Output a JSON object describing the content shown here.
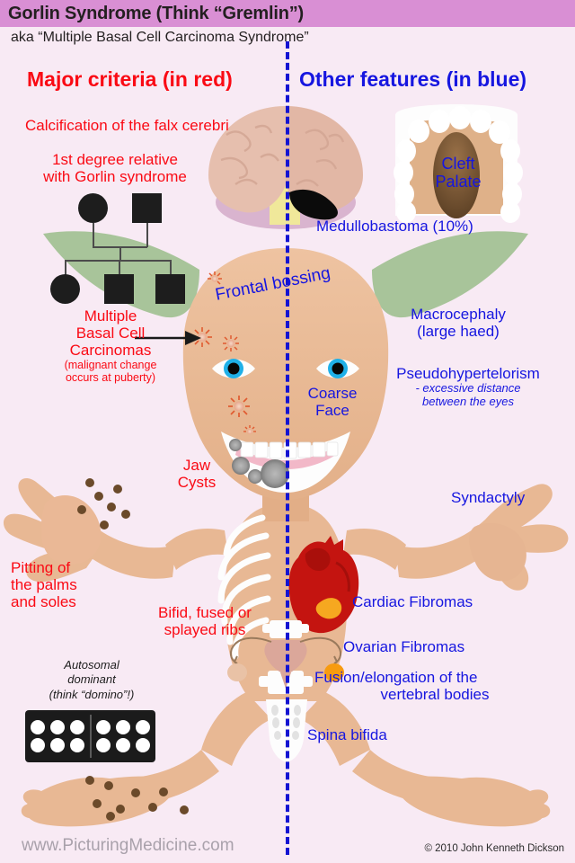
{
  "header": {
    "title": "Gorlin Syndrome (Think “Gremlin”)",
    "subtitle": "aka “Multiple Basal Cell Carcinoma Syndrome”",
    "left_heading": "Major criteria (in red)",
    "right_heading": "Other features (in blue)",
    "bar_color": "#d98fd4",
    "red": "#fa0a14",
    "blue": "#1616e0"
  },
  "background": "#f8eaf4",
  "midline": {
    "color": "#1414d2",
    "style": "dashed"
  },
  "major_criteria": [
    {
      "id": "falx",
      "text": "Calcification of the falx cerebri"
    },
    {
      "id": "relative",
      "line1": "1st degree relative",
      "line2": "with Gorlin syndrome"
    },
    {
      "id": "bcc",
      "line1": "Multiple",
      "line2": "Basal Cell",
      "line3": "Carcinomas",
      "note1": "(malignant change",
      "note2": "occurs at puberty)"
    },
    {
      "id": "jaw",
      "line1": "Jaw",
      "line2": "Cysts"
    },
    {
      "id": "pitting",
      "line1": "Pitting of",
      "line2": "the palms",
      "line3": "and soles"
    },
    {
      "id": "ribs",
      "line1": "Bifid, fused or",
      "line2": "splayed ribs"
    }
  ],
  "other_features": [
    {
      "id": "medulloblastoma",
      "text": "Medullobastoma (10%)"
    },
    {
      "id": "cleft",
      "line1": "Cleft",
      "line2": "Palate"
    },
    {
      "id": "frontal_bossing",
      "text": "Frontal bossing"
    },
    {
      "id": "macrocephaly",
      "line1": "Macrocephaly",
      "line2": "(large haed)"
    },
    {
      "id": "pseudohypertelorism",
      "title": "Pseudohypertelorism",
      "note1": "- excessive distance",
      "note2": "between the eyes"
    },
    {
      "id": "coarse_face",
      "line1": "Coarse",
      "line2": "Face"
    },
    {
      "id": "syndactyly",
      "text": "Syndactyly"
    },
    {
      "id": "cardiac",
      "text": "Cardiac Fibromas"
    },
    {
      "id": "ovarian",
      "text": "Ovarian Fibromas"
    },
    {
      "id": "vertebral",
      "line1": "Fusion/elongation of the",
      "line2": "vertebral bodies"
    },
    {
      "id": "spina_bifida",
      "text": "Spina bifida"
    }
  ],
  "inheritance": {
    "line1": "Autosomal",
    "line2": "dominant",
    "line3": "(think “domino”!)",
    "domino_left_pips": 6,
    "domino_right_pips": 6
  },
  "pedigree": {
    "generation1": [
      "circle",
      "square"
    ],
    "generation2": [
      "circle",
      "square",
      "square"
    ],
    "fill": "#1d1d1d"
  },
  "anatomy": {
    "skin": "#e8b894",
    "ear_green": "#a8c49a",
    "brain": "#e6bfae",
    "brainstem": "#f0e89a",
    "cerebellum": "#d9b4cf",
    "tumor_black": "#0b0b0b",
    "heart_red": "#c41410",
    "heart_accent": "#f6a820",
    "ovary_fibroma": "#f79b10",
    "bone_white": "#fdfdfd",
    "eye_iris": "#1fb0e8",
    "cyst_gray": "#8e8e8e",
    "pit_brown": "#6b4a2a",
    "bcc_red": "#e8663c"
  },
  "footer": {
    "site": "www.PicturingMedicine.com",
    "copyright": "© 2010 John Kenneth Dickson"
  }
}
